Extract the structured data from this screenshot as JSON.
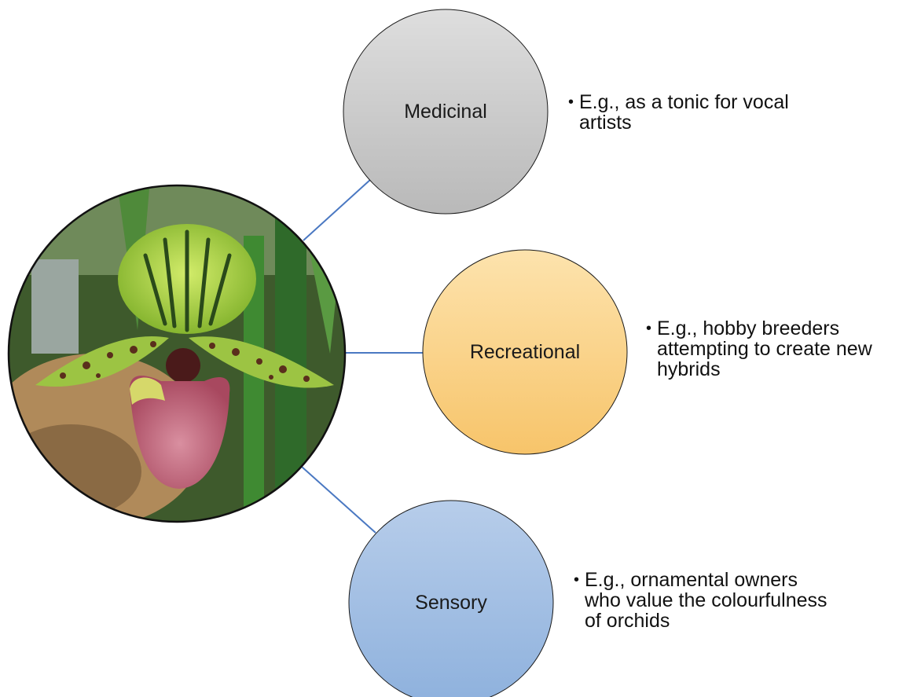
{
  "diagram": {
    "center_image": {
      "description_icon": "orchid-photo-icon"
    },
    "nodes": [
      {
        "id": "medicinal",
        "label": "Medicinal",
        "color_top": "#dedede",
        "color_bottom": "#b9b9b9",
        "bullet": "E.g., as a tonic for vocal\nartists"
      },
      {
        "id": "recreational",
        "label": "Recreational",
        "color_top": "#fde3ad",
        "color_bottom": "#f7c46a",
        "bullet": "E.g., hobby breeders\nattempting to create new\nhybrids"
      },
      {
        "id": "sensory",
        "label": "Sensory",
        "color_top": "#b7cdea",
        "color_bottom": "#8eb1dd",
        "bullet": "E.g., ornamental owners\nwho value the colourfulness\nof orchids"
      }
    ],
    "connector_color": "#4a78c2",
    "node_border_color": "#1a1a1a"
  }
}
